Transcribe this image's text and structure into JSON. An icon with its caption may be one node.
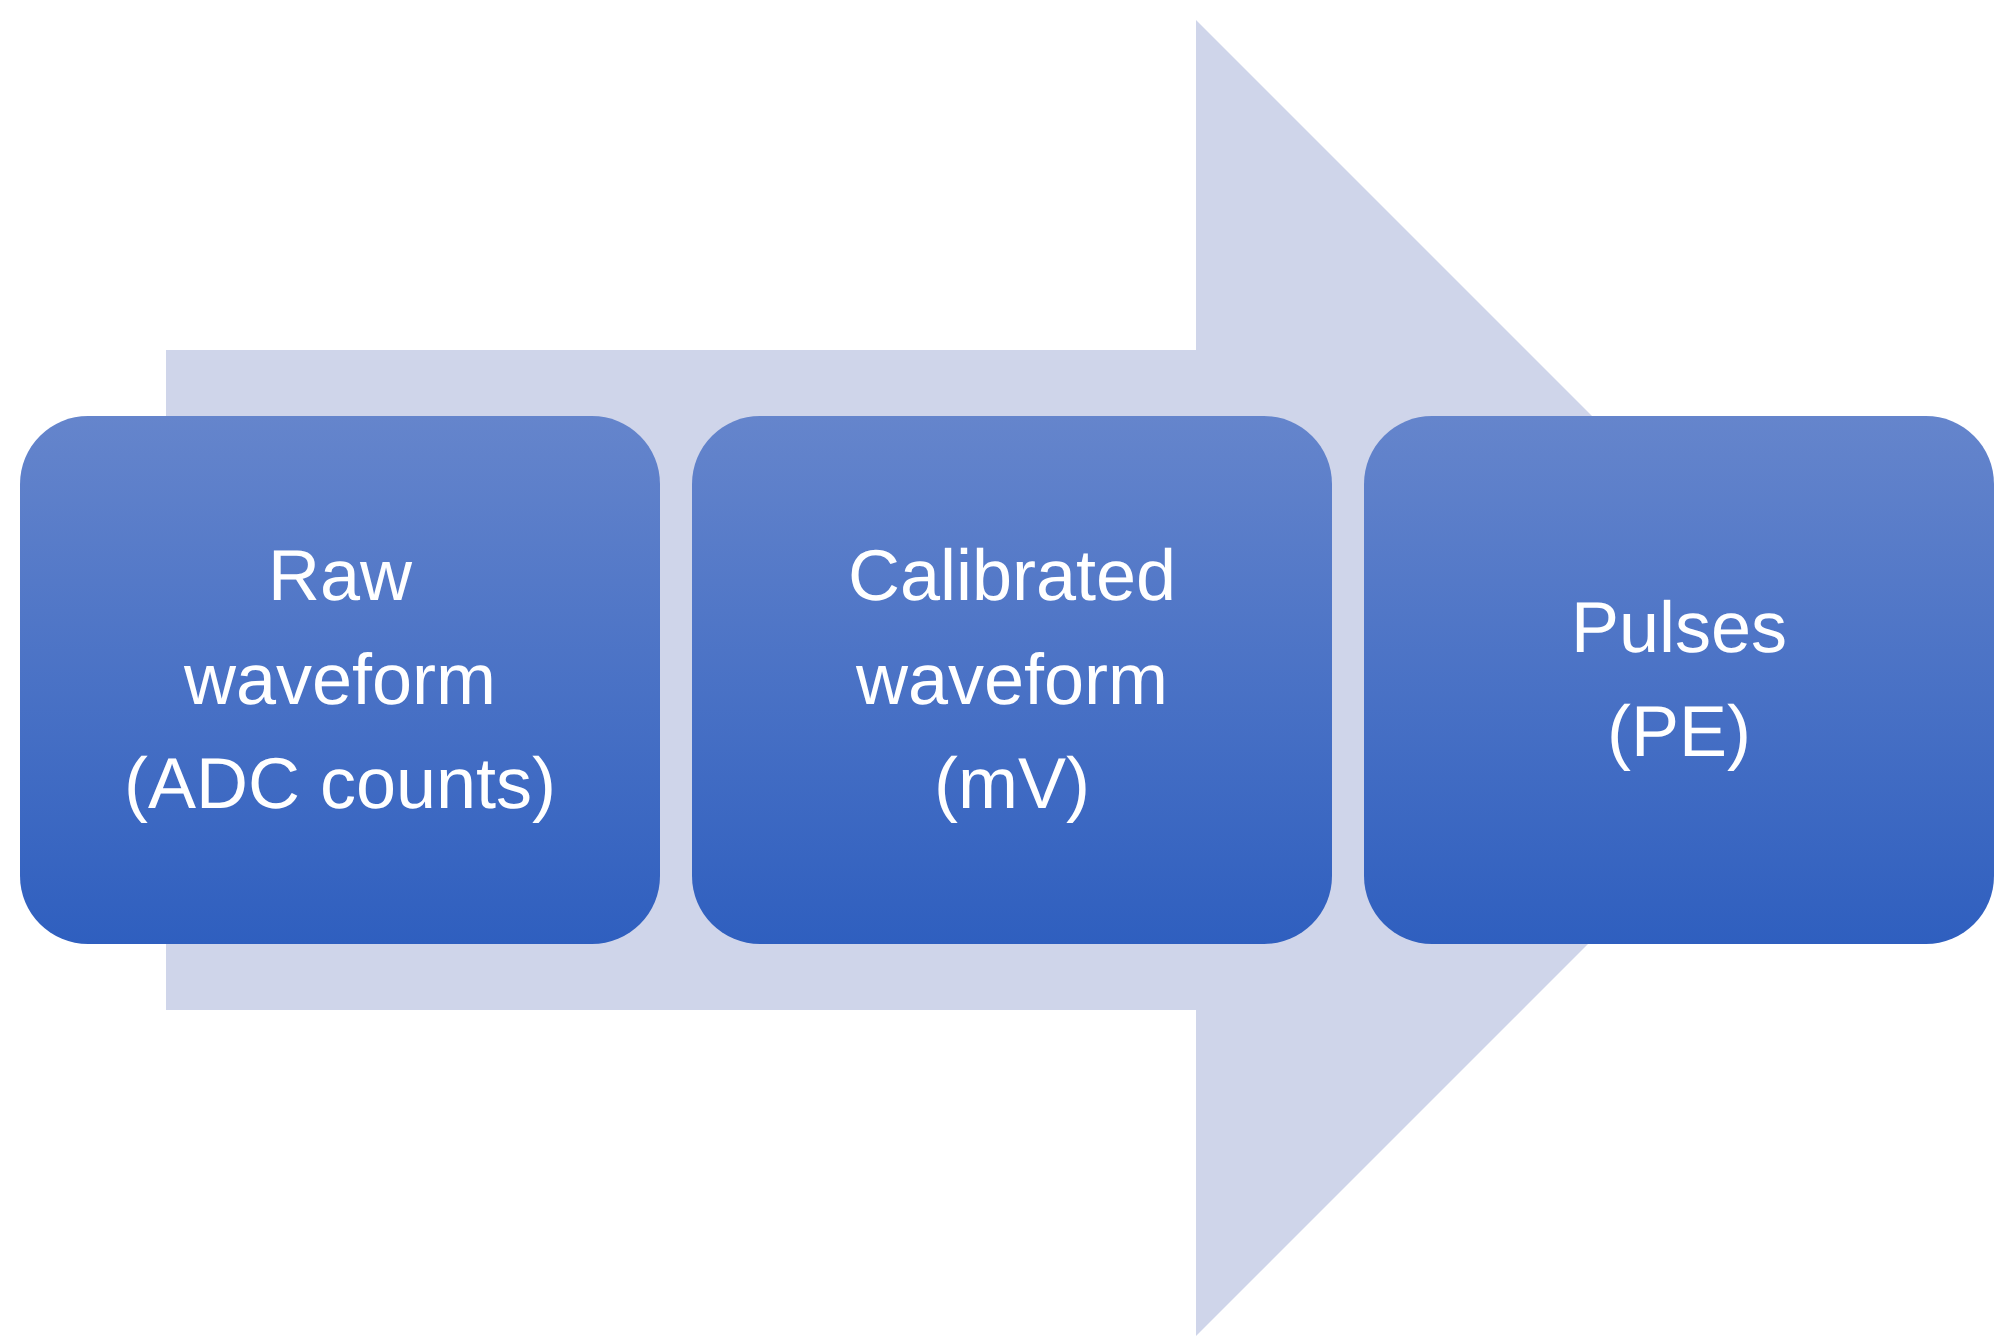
{
  "diagram": {
    "nodes": [
      {
        "text": [
          "Raw waveform (ADC counts)"
        ]
      },
      {
        "text": [
          "Calibrated waveform (mV)"
        ]
      },
      {
        "text": [
          "Pulses (PE)"
        ]
      }
    ],
    "edges": [
      {
        "from": 0,
        "to": 2,
        "arrow": "to"
      }
    ]
  }
}
